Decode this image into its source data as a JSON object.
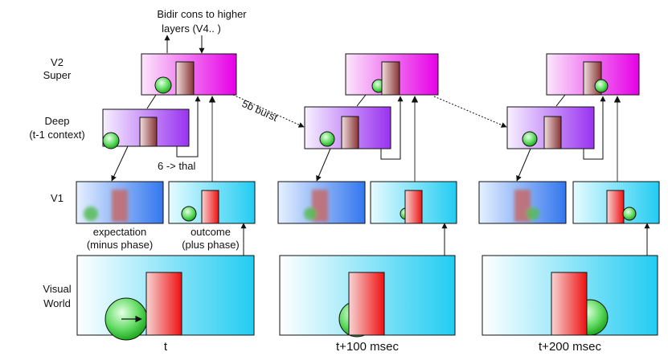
{
  "labels": {
    "higher_layers_line1": "Bidir cons to higher",
    "higher_layers_line2": "layers (V4.. )",
    "v2_super_line1": "V2",
    "v2_super_line2": "Super",
    "deep_line1": "Deep",
    "deep_line2": "(t-1 context)",
    "v1": "V1",
    "visual_world_line1": "Visual",
    "visual_world_line2": "World",
    "burst": "5b burst",
    "thal": "6 -> thal",
    "expectation_line1": "expectation",
    "expectation_line2": "(minus phase)",
    "outcome_line1": "outcome",
    "outcome_line2": "(plus phase)"
  },
  "times": [
    "t",
    "t+100 msec",
    "t+200 msec"
  ],
  "colors": {
    "super_gradient": [
      "#fbe6fb",
      "#e600e6"
    ],
    "deep_gradient": [
      "#f7f0ff",
      "#9933f0"
    ],
    "v1_expectation_gradient": [
      "#e6f0ff",
      "#3377ee"
    ],
    "v1_outcome_gradient": [
      "#e6fbff",
      "#22ccf2"
    ],
    "world_gradient": [
      "#ffffff",
      "#22ccf2"
    ],
    "red_bar": [
      "#f4cccc",
      "#ee1111"
    ],
    "brown_bar": [
      "#f0dede",
      "#883333"
    ],
    "green_ball": [
      "#dfffdf",
      "#22bb22"
    ]
  }
}
